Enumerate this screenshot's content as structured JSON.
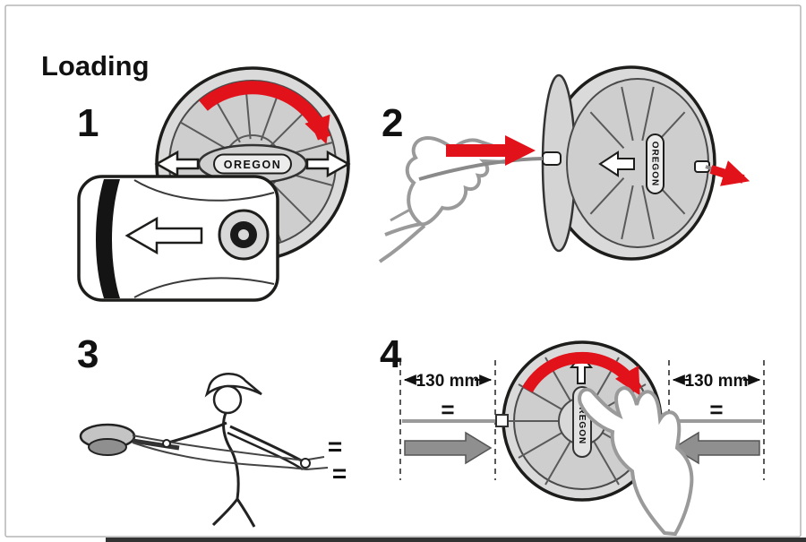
{
  "title": "Loading",
  "brand": "OREGON",
  "steps": [
    {
      "number": "1"
    },
    {
      "number": "2"
    },
    {
      "number": "3"
    },
    {
      "number": "4"
    }
  ],
  "measurements": {
    "left": "130 mm",
    "right": "130 mm"
  },
  "equals": "=",
  "colors": {
    "red": "#e2121b",
    "hand_gray": "#9a9a9a",
    "head_fill": "#dadada",
    "head_inner": "#cecece",
    "arrow_gray": "#8f8f8f",
    "outline": "#1d1d1b"
  }
}
